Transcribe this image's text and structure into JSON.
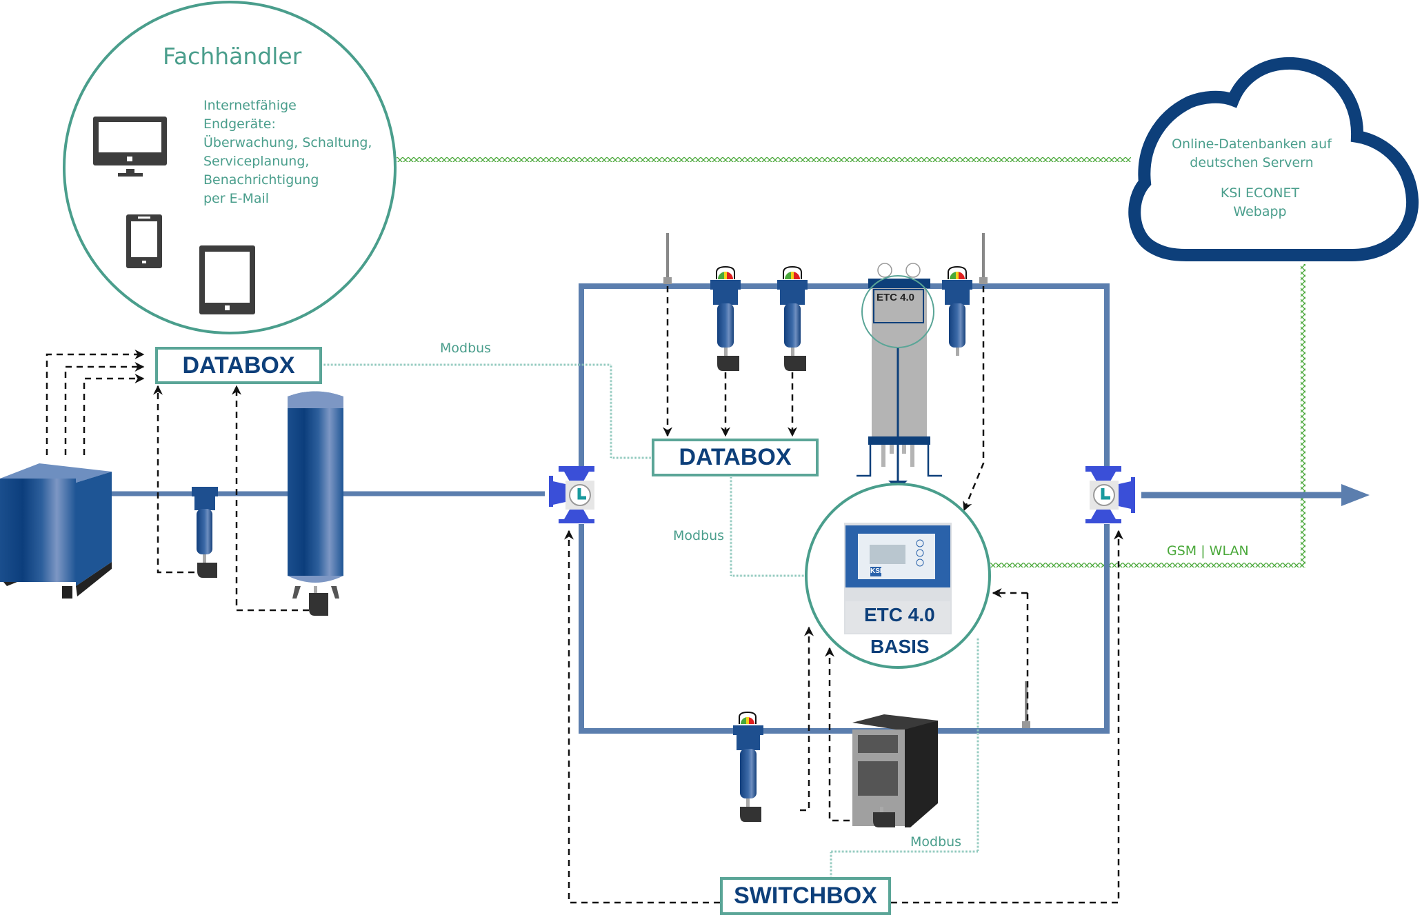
{
  "dealer": {
    "title": "Fachhändler",
    "description_lines": [
      "Internetfähige",
      "Endgeräte:",
      "Überwachung, Schaltung,",
      "Serviceplanung,",
      "Benachrichtigung",
      "per E-Mail"
    ],
    "devices": [
      "monitor-icon",
      "smartphone-icon",
      "tablet-icon"
    ]
  },
  "cloud": {
    "line1": "Online-Datenbanken auf",
    "line2": "deutschen Servern",
    "line3": "KSI ECONET",
    "line4": "Webapp"
  },
  "boxes": {
    "databox_left": "DATABOX",
    "databox_center": "DATABOX",
    "switchbox": "SWITCHBOX"
  },
  "controller": {
    "device_label": "ETC 4.0",
    "variant": "BASIS",
    "brand": "KSI",
    "column_label": "ETC 4.0"
  },
  "links": {
    "modbus_left": "Modbus",
    "modbus_center": "Modbus",
    "modbus_bottom": "Modbus",
    "gsm_wlan": "GSM | WLAN"
  },
  "colors": {
    "pipe": "#5b7eae",
    "navy": "#0d3f7a",
    "teal": "#5aa597",
    "teal_text": "#4a9e8c",
    "wireless_green": "#4aa83a",
    "filter_blue": "#1e4f8f",
    "valve_blue": "#3a4fd8",
    "device_gray": "#3d3d3d"
  }
}
